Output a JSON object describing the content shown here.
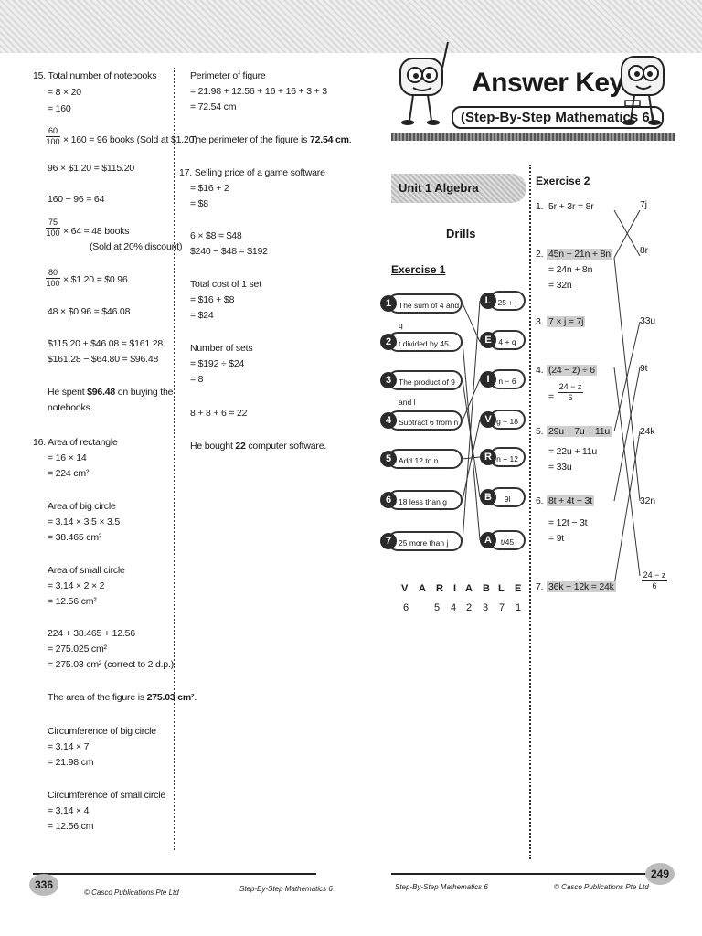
{
  "left_col": {
    "q15": [
      "15. Total number of notebooks",
      "= 8 × 20",
      "= 160"
    ],
    "frac1": {
      "num": "60",
      "den": "100",
      "text": "× 160 = 96 books (Sold at $1.20)"
    },
    "q15b": [
      "96 × $1.20 = $115.20",
      "160 − 96 = 64"
    ],
    "frac2": {
      "num": "75",
      "den": "100",
      "text": "× 64 = 48 books",
      "text2": "(Sold at 20% discount)"
    },
    "frac3": {
      "num": "80",
      "den": "100",
      "text": "× $1.20 = $0.96"
    },
    "q15c": [
      "48 × $0.96 = $46.08",
      "$115.20 + $46.08 = $161.28",
      "$161.28 − $64.80 = $96.48"
    ],
    "spent": {
      "pre": "He spent ",
      "bold": "$96.48",
      "post": " on buying the",
      "line2": "notebooks."
    },
    "q16": [
      "16. Area of rectangle",
      "= 16 × 14",
      "= 224 cm²",
      "Area of big circle",
      "= 3.14 × 3.5 × 3.5",
      "= 38.465 cm²",
      "Area of small circle",
      "= 3.14 × 2 × 2",
      "= 12.56 cm²",
      "224 + 38.465 + 12.56",
      "= 275.025 cm²",
      "= 275.03 cm² (correct to 2 d.p.)"
    ],
    "area": {
      "pre": "The area of the figure is ",
      "bold": "275.03 cm²",
      "post": "."
    },
    "q16b": [
      "Circumference of big circle",
      "= 3.14 × 7",
      "= 21.98 cm",
      "Circumference of small circle",
      "= 3.14 × 4",
      "= 12.56 cm"
    ]
  },
  "mid_col": {
    "perim": [
      "Perimeter of figure",
      "= 21.98 + 12.56 + 16 + 16 + 3 + 3",
      "= 72.54 cm"
    ],
    "perim_ans": {
      "pre": "The perimeter of the figure is ",
      "bold": "72.54 cm",
      "post": "."
    },
    "q17": [
      "17. Selling price of a game software",
      "= $16 + 2",
      "= $8",
      "6 × $8 = $48",
      "$240 − $48 = $192",
      "Total cost of 1 set",
      "= $16 + $8",
      "= $24",
      "Number of sets",
      "= $192 ÷ $24",
      "= 8",
      "8 + 8 + 6 = 22"
    ],
    "bought": {
      "pre": "He bought ",
      "bold": "22",
      "post": " computer software."
    }
  },
  "header": {
    "title": "Answer Key",
    "subtitle": "(Step-By-Step Mathematics 6)"
  },
  "unit": "Unit 1   Algebra",
  "drills": "Drills",
  "exercise1": {
    "title": "Exercise 1",
    "left": [
      {
        "n": "1",
        "t": "The sum of 4 and q"
      },
      {
        "n": "2",
        "t": "t divided by 45"
      },
      {
        "n": "3",
        "t": "The product of 9 and l"
      },
      {
        "n": "4",
        "t": "Subtract 6 from n"
      },
      {
        "n": "5",
        "t": "Add 12 to n"
      },
      {
        "n": "6",
        "t": "18 less than g"
      },
      {
        "n": "7",
        "t": "25 more than j"
      }
    ],
    "right": [
      {
        "l": "L",
        "t": "25 + j"
      },
      {
        "l": "E",
        "t": "4 + q"
      },
      {
        "l": "I",
        "t": "n − 6"
      },
      {
        "l": "V",
        "t": "g − 18"
      },
      {
        "l": "R",
        "t": "n + 12"
      },
      {
        "l": "B",
        "t": "9l"
      },
      {
        "l": "A",
        "t": "t/45"
      }
    ],
    "word": [
      "V",
      "A",
      "R",
      "I",
      "A",
      "B",
      "L",
      "E"
    ],
    "digits": [
      "6",
      "5",
      "4",
      "2",
      "3",
      "7",
      "1"
    ]
  },
  "exercise2": {
    "title": "Exercise 2",
    "items": [
      {
        "n": "1.",
        "lines": [
          "5r + 3r = 8r"
        ]
      },
      {
        "n": "2.",
        "lines": [
          "45n − 21n + 8n",
          "= 24n + 8n",
          "= 32n"
        ]
      },
      {
        "n": "3.",
        "lines": [
          "7 × j = 7j"
        ]
      },
      {
        "n": "4.",
        "lines": [
          "(24 − z) ÷ 6"
        ]
      },
      {
        "n": "5.",
        "lines": [
          "29u − 7u + 11u",
          "= 22u + 11u",
          "= 33u"
        ]
      },
      {
        "n": "6.",
        "lines": [
          "8t + 4t − 3t",
          "= 12t − 3t",
          "= 9t"
        ]
      },
      {
        "n": "7.",
        "lines": [
          "36k − 12k = 24k"
        ]
      }
    ],
    "frac4": {
      "num": "24 − z",
      "den": "6"
    },
    "answers": [
      "7j",
      "8r",
      "33u",
      "9t",
      "24k",
      "32n"
    ],
    "ans_frac": {
      "num": "24 − z",
      "den": "6"
    }
  },
  "footer": {
    "left_page": "336",
    "right_page": "249",
    "publisher": "© Casco Publications Pte Ltd",
    "book": "Step-By-Step Mathematics 6"
  }
}
